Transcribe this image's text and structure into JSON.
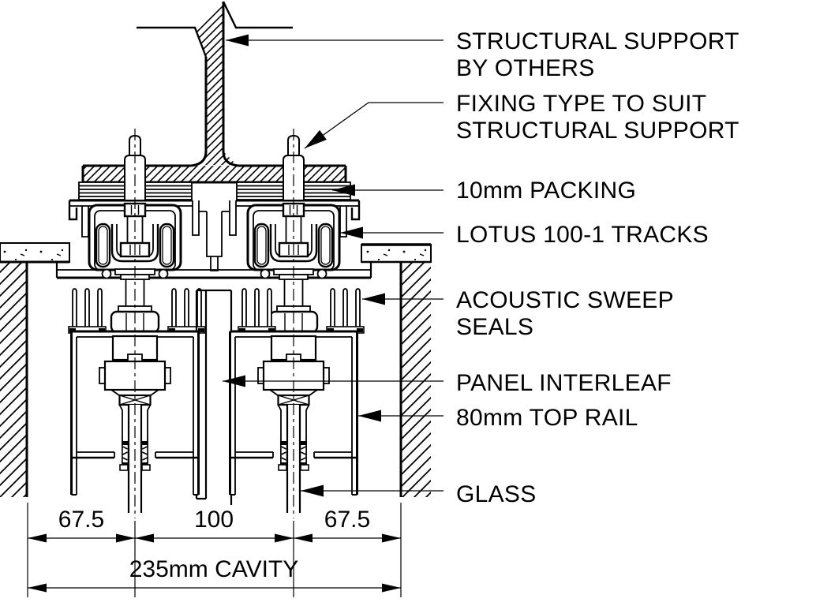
{
  "colors": {
    "ink": "#000000",
    "paper": "#ffffff"
  },
  "callouts": [
    {
      "id": "structural-support",
      "lines": [
        "STRUCTURAL SUPPORT",
        "BY OTHERS"
      ]
    },
    {
      "id": "fixing-type",
      "lines": [
        "FIXING TYPE TO SUIT",
        "STRUCTURAL SUPPORT"
      ]
    },
    {
      "id": "packing",
      "lines": [
        "10mm PACKING"
      ]
    },
    {
      "id": "tracks",
      "lines": [
        "LOTUS 100-1 TRACKS"
      ]
    },
    {
      "id": "sweep-seals",
      "lines": [
        "ACOUSTIC SWEEP",
        "SEALS"
      ]
    },
    {
      "id": "interleaf",
      "lines": [
        "PANEL INTERLEAF"
      ]
    },
    {
      "id": "top-rail",
      "lines": [
        "80mm TOP RAIL"
      ]
    },
    {
      "id": "glass",
      "lines": [
        "GLASS"
      ]
    }
  ],
  "dimensions": {
    "row1": [
      {
        "label": "67.5"
      },
      {
        "label": "100"
      },
      {
        "label": "67.5"
      }
    ],
    "cavity_label": "235mm CAVITY"
  }
}
